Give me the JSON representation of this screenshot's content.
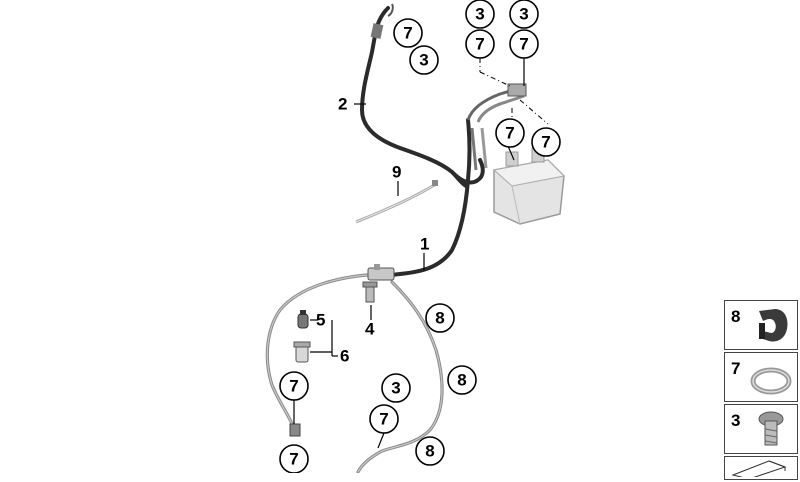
{
  "callouts": {
    "top_7": "7",
    "top_3": "3",
    "r1_3": "3",
    "r2_3": "3",
    "r1_7": "7",
    "r2_7": "7",
    "abs_7a": "7",
    "abs_7b": "7",
    "mid_8": "8",
    "right_8": "8",
    "bot_3": "3",
    "bot_7": "7",
    "bot_8": "8",
    "left_7": "7",
    "left_7b": "7"
  },
  "labels": {
    "part_2": "2",
    "part_9": "9",
    "part_1": "1",
    "part_4": "4",
    "part_5": "5",
    "part_6": "6"
  },
  "legend": [
    {
      "num": "8",
      "icon": "hose-clip-icon"
    },
    {
      "num": "7",
      "icon": "sealing-ring-icon"
    },
    {
      "num": "3",
      "icon": "banjo-bolt-icon"
    },
    {
      "num": "",
      "icon": "parts-card-icon"
    }
  ]
}
